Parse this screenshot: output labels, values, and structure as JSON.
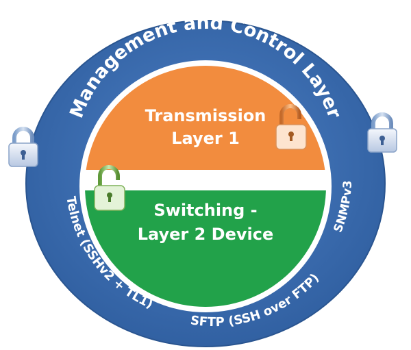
{
  "outer_ring": {
    "title": "Management and Control Layer",
    "left_label": "Telnet (SSHv2 + TL1)",
    "bottom_label": "SFTP (SSH over FTP)",
    "right_label": "SNMPv3",
    "color": "#3d6fb3"
  },
  "inner_circle": {
    "top_band": {
      "line1": "Transmission",
      "line2": "Layer 1",
      "color": "#f28c3e"
    },
    "bottom_band": {
      "line1": "Switching  -",
      "line2": "Layer 2 Device",
      "color": "#22a24a"
    }
  },
  "icons": [
    "padlock-blue-left",
    "padlock-blue-right",
    "padlock-orange",
    "padlock-green"
  ]
}
